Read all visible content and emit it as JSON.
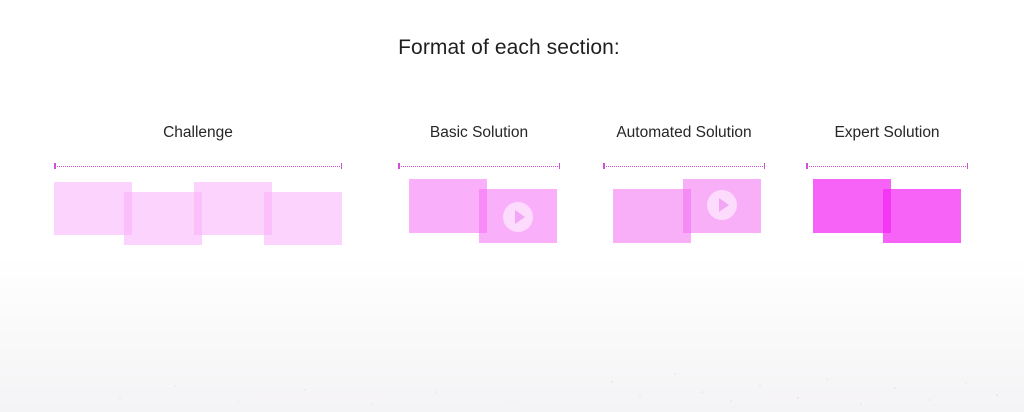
{
  "title": "Format of each section:",
  "sections": [
    {
      "label": "Challenge"
    },
    {
      "label": "Basic Solution"
    },
    {
      "label": "Automated Solution"
    },
    {
      "label": "Expert Solution"
    }
  ],
  "colors": {
    "challenge_card": "#f9aef9",
    "basic_card": "#f56ef5",
    "automated_card": "#f26ef2",
    "expert_card": "#f327f3",
    "span_line": "#d24fd6"
  },
  "icons": [
    "play-icon"
  ]
}
